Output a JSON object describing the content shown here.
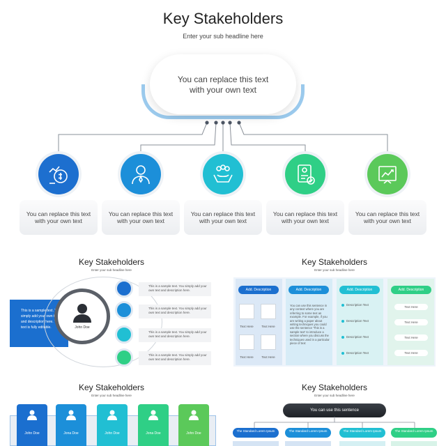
{
  "header": {
    "title": "Key Stakeholders",
    "subtitle": "Enter your sub headline here"
  },
  "bubble": {
    "line1": "You can replace this text",
    "line2": "with your own text"
  },
  "stakeholders": [
    {
      "icon": "finance-icon",
      "color": "#1d6fcf",
      "line1": "You can replace this text",
      "line2": "with your own text"
    },
    {
      "icon": "businessman-icon",
      "color": "#1c8fd9",
      "line1": "You can replace this text",
      "line2": "with your own text"
    },
    {
      "icon": "hands-community-icon",
      "color": "#21bfd3",
      "line1": "You can replace this text",
      "line2": "with your own text"
    },
    {
      "icon": "id-badge-icon",
      "color": "#2fcf86",
      "line1": "You can replace this text",
      "line2": "with your own text"
    },
    {
      "icon": "strategy-board-icon",
      "color": "#5bc95a",
      "line1": "You can replace this text",
      "line2": "with your own text"
    }
  ],
  "preview1": {
    "title": "Key Stakeholders",
    "subtitle": "Enter your sub headline here",
    "side_text": "This is a sample text. You simply add your own text and description here. This text is fully editable.",
    "person": "John Doe",
    "rows": [
      "This is a sample text. You simply add your own text and description here.",
      "This is a sample text. You simply add your own text and description here.",
      "This is a sample text. You simply add your own text and description here.",
      "This is a sample text. You simply add your own text and description here."
    ]
  },
  "preview2": {
    "title": "Key Stakeholders",
    "subtitle": "Enter your sub headline here",
    "col_label": "Add. Description",
    "text_here": "Text Here",
    "paragraph": "You can use this sentence in any context where you are referring to some text as example. For example, if you are writing a paper about writing techniques you could use the sentence 'This is a sample text' to introduce a section where you discuss the techniques used in a particular piece of text",
    "desc": "Description Text"
  },
  "preview3": {
    "title": "Key Stakeholders",
    "subtitle": "Enter your sub headline here",
    "names": [
      "John Doe",
      "Jona Doe",
      "John Doe",
      "Jona Doe",
      "John Doe"
    ]
  },
  "preview4": {
    "title": "Key Stakeholders",
    "subtitle": "Enter your sub headline here",
    "top": "You can use this sentence",
    "box": "The Standard Lorem Ipsum"
  }
}
